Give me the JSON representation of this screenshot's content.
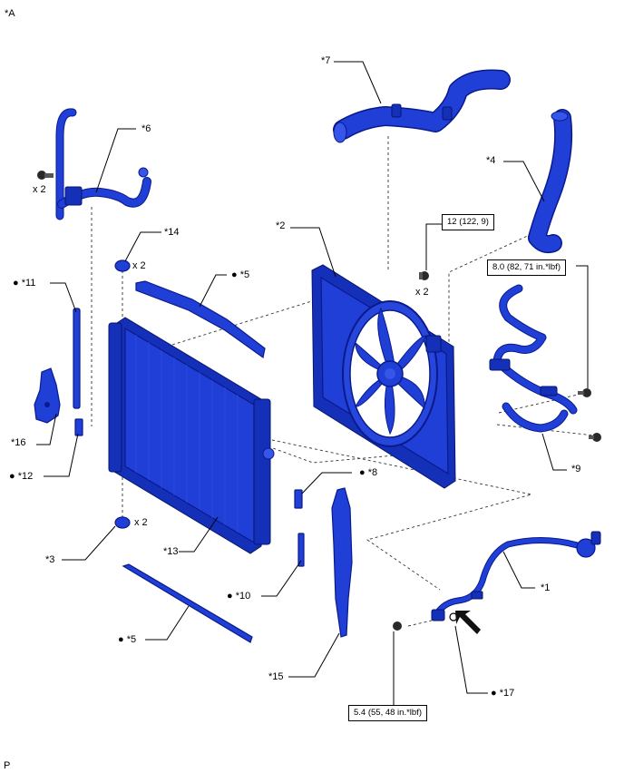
{
  "corner": {
    "top_left": "*A",
    "bottom_left": "P"
  },
  "callouts": {
    "c1": "*1",
    "c2": "*2",
    "c3": "*3",
    "c4": "*4",
    "c5a": "● *5",
    "c5b": "● *5",
    "c6": "*6",
    "c7": "*7",
    "c8": "● *8",
    "c9": "*9",
    "c10": "● *10",
    "c11": "● *11",
    "c12": "● *12",
    "c13": "*13",
    "c14": "*14",
    "c15": "*15",
    "c16": "*16",
    "c17": "● *17"
  },
  "quantities": {
    "q_bolt6": "x 2",
    "q_bolt12": "x 2",
    "q_cushion_top": "x 2",
    "q_cushion_bottom": "x 2"
  },
  "torque_specs": {
    "t12": "12 (122, 9)",
    "t8": "8.0 (82, 71 in.*lbf)",
    "t54": "5.4 (55, 48 in.*lbf)"
  },
  "colors": {
    "part_fill": "#1f3fd6",
    "part_edge": "#0a1a8c",
    "lines": "#000000"
  }
}
